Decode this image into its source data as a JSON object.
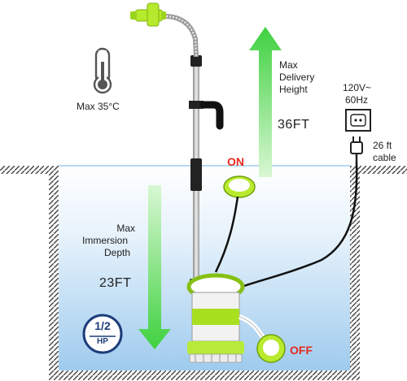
{
  "temperature": {
    "label": "Max  35°C",
    "icon": "thermometer-icon"
  },
  "delivery": {
    "line1": "Max",
    "line2": "Delivery",
    "line3": "Height",
    "value": "36FT"
  },
  "power": {
    "voltage": "120V~",
    "frequency": "60Hz",
    "cable_line1": "26 ft",
    "cable_line2": "cable",
    "outlet_icon": "power-outlet-icon",
    "plug_icon": "power-plug-icon"
  },
  "immersion": {
    "line1": "Max",
    "line2": "Immersion",
    "line3": "Depth",
    "value": "23FT"
  },
  "float_switch": {
    "on": "ON",
    "off": "OFF"
  },
  "badge": {
    "top": "1/2",
    "bottom": "HP"
  },
  "colors": {
    "water": "#cfe6f8",
    "accent_green": "#a8e020",
    "switch_red": "#e8291c",
    "arrow_green": "#4cd24c"
  }
}
